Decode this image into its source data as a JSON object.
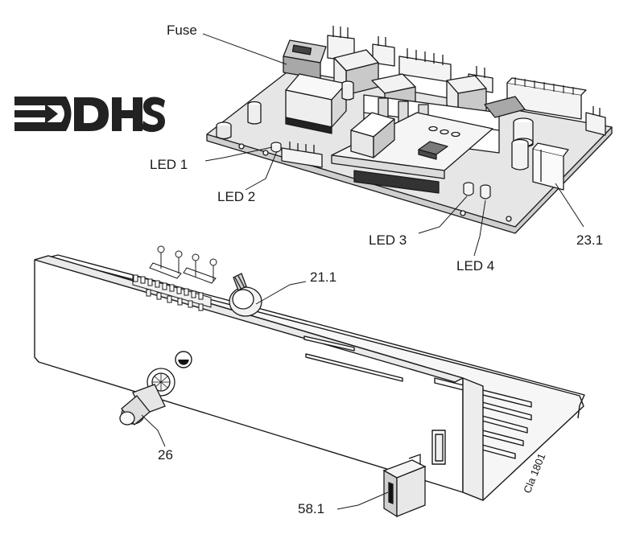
{
  "logo": {
    "text": "DHS"
  },
  "labels": {
    "fuse": "Fuse",
    "led1": "LED 1",
    "led2": "LED 2",
    "led3": "LED 3",
    "led4": "LED 4",
    "part_23_1": "23.1",
    "part_21_1": "21.1",
    "part_26": "26",
    "part_58_1": "58.1"
  },
  "drawing_code": "Cla 1801",
  "colors": {
    "ink": "#1a1a1a",
    "shade": "#9a9a9a",
    "light": "#d4d4d4",
    "paper": "#ffffff"
  }
}
